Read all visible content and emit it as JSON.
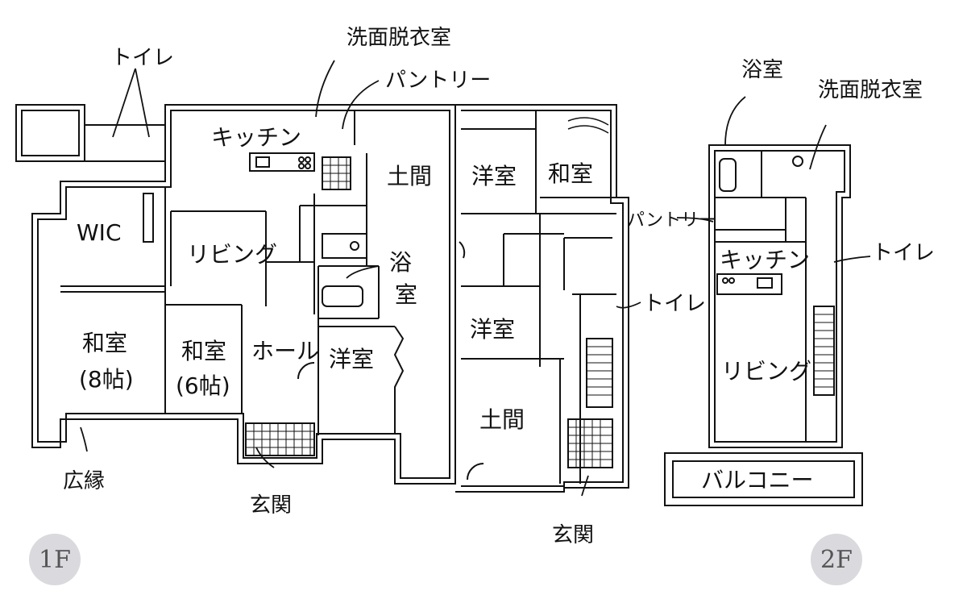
{
  "floor_1": {
    "badge": "1F",
    "rooms": {
      "kitchen": "キッチン",
      "doma_top": "土間",
      "wic": "WIC",
      "living": "リビング",
      "washitsu_8_line1": "和室",
      "washitsu_8_line2": "(8帖)",
      "washitsu_6_line1": "和室",
      "washitsu_6_line2": "(6帖)",
      "hall": "ホール",
      "youshitsu_center": "洋室",
      "yokushitsu_a": "浴",
      "yokushitsu_b": "室",
      "youshitsu_top": "洋室",
      "washitsu_top": "和室",
      "youshitsu_mid": "洋室",
      "doma_bottom": "土間"
    },
    "callouts": {
      "toilet_top": "トイレ",
      "senmen": "洗面脱衣室",
      "pantry": "パントリー",
      "engawa": "広縁",
      "genkan_left": "玄関",
      "toilet_right": "トイレ",
      "genkan_right": "玄関"
    }
  },
  "floor_2": {
    "badge": "2F",
    "rooms": {
      "kitchen": "キッチン",
      "living": "リビング",
      "balcony": "バルコニー"
    },
    "callouts": {
      "yokushitsu": "浴室",
      "senmen": "洗面脱衣室",
      "pantry": "パントリー",
      "toilet": "トイレ"
    }
  }
}
